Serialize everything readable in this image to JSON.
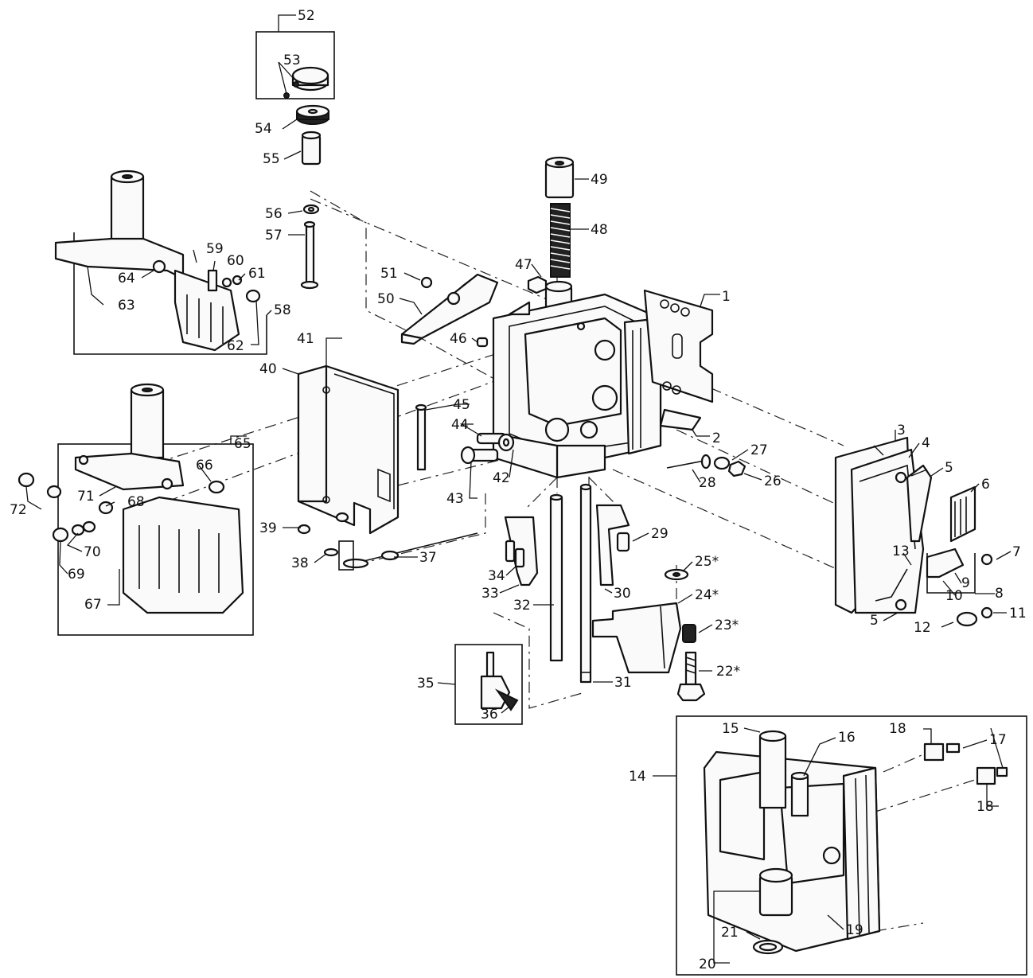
{
  "labels": [
    "1",
    "2",
    "3",
    "4",
    "5",
    "5",
    "6",
    "7",
    "8",
    "9",
    "10",
    "11",
    "12",
    "13",
    "14",
    "15",
    "16",
    "17",
    "18",
    "18",
    "19",
    "20",
    "21",
    "22*",
    "23*",
    "24*",
    "25*",
    "26",
    "27",
    "28",
    "29",
    "30",
    "31",
    "32",
    "33",
    "34",
    "35",
    "36",
    "37",
    "38",
    "39",
    "40",
    "41",
    "42",
    "43",
    "44",
    "45",
    "46",
    "47",
    "48",
    "49",
    "50",
    "51",
    "52",
    "53",
    "54",
    "55",
    "56",
    "57",
    "58",
    "59",
    "60",
    "61",
    "62",
    "63",
    "64",
    "65",
    "66",
    "67",
    "68",
    "69",
    "70",
    "71",
    "72"
  ]
}
